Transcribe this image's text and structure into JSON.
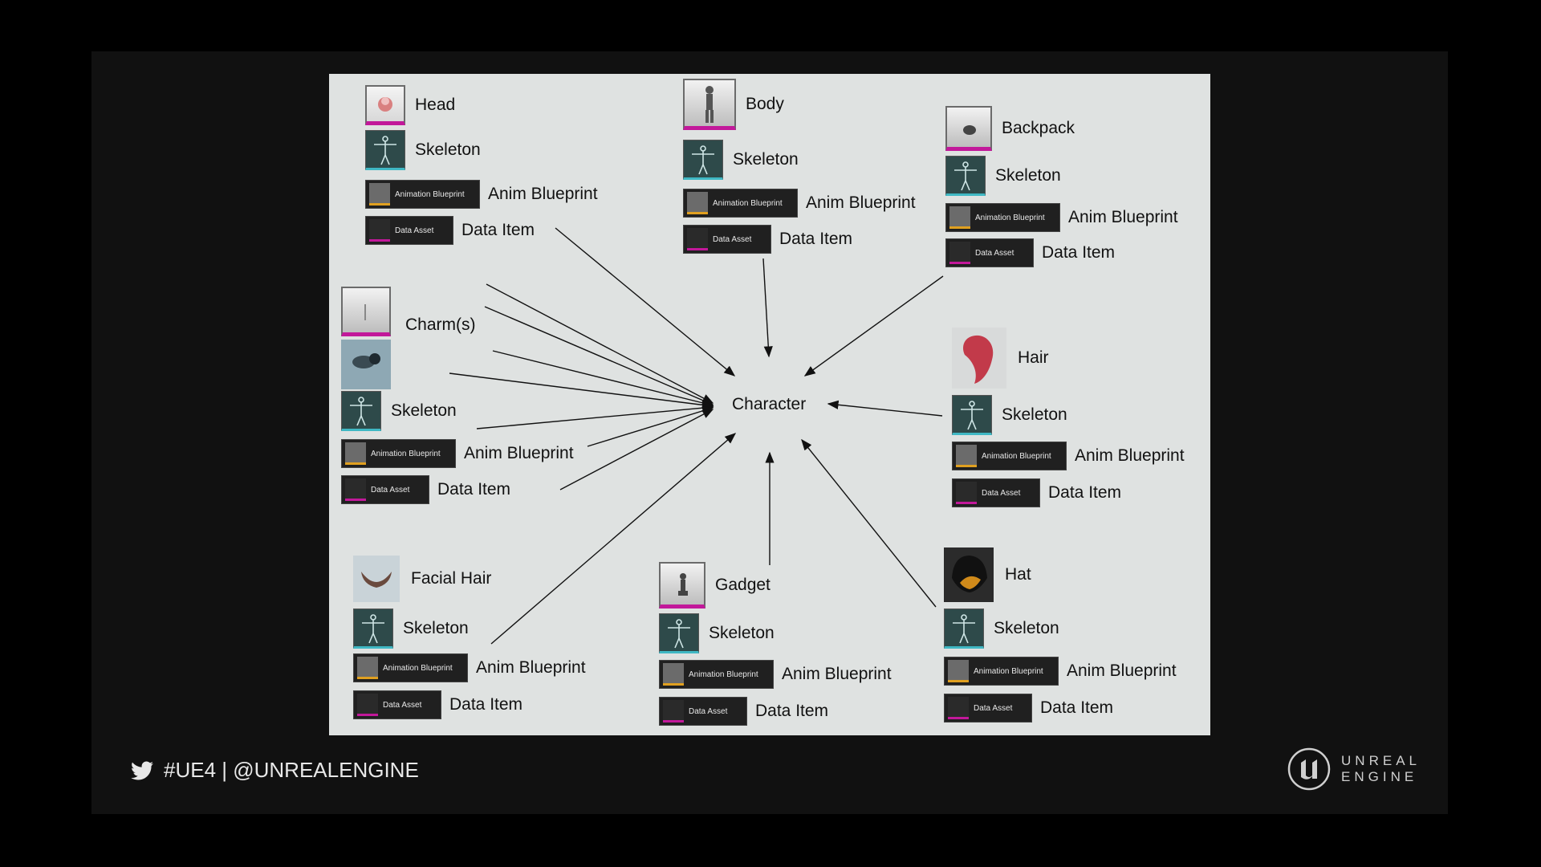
{
  "center_label": "Character",
  "asset_labels": {
    "anim": "Animation Blueprint",
    "data": "Data Asset"
  },
  "groups": {
    "head": {
      "name": "Head",
      "skeleton": "Skeleton",
      "anim": "Anim Blueprint",
      "data": "Data Item"
    },
    "body": {
      "name": "Body",
      "skeleton": "Skeleton",
      "anim": "Anim Blueprint",
      "data": "Data Item"
    },
    "backpack": {
      "name": "Backpack",
      "skeleton": "Skeleton",
      "anim": "Anim Blueprint",
      "data": "Data Item"
    },
    "charms": {
      "name": "Charm(s)",
      "skeleton": "Skeleton",
      "anim": "Anim Blueprint",
      "data": "Data Item"
    },
    "hair": {
      "name": "Hair",
      "skeleton": "Skeleton",
      "anim": "Anim Blueprint",
      "data": "Data Item"
    },
    "facialhair": {
      "name": "Facial Hair",
      "skeleton": "Skeleton",
      "anim": "Anim Blueprint",
      "data": "Data Item"
    },
    "gadget": {
      "name": "Gadget",
      "skeleton": "Skeleton",
      "anim": "Anim Blueprint",
      "data": "Data Item"
    },
    "hat": {
      "name": "Hat",
      "skeleton": "Skeleton",
      "anim": "Anim Blueprint",
      "data": "Data Item"
    }
  },
  "footer": {
    "social": "#UE4 | @UNREALENGINE",
    "brand_line1": "UNREAL",
    "brand_line2": "ENGINE"
  },
  "colors": {
    "slide_bg": "#111111",
    "diagram_bg": "#dfe2e1",
    "mesh_accent": "#c2189a",
    "skeleton_accent": "#3fb8c4",
    "anim_accent": "#e0a020"
  }
}
